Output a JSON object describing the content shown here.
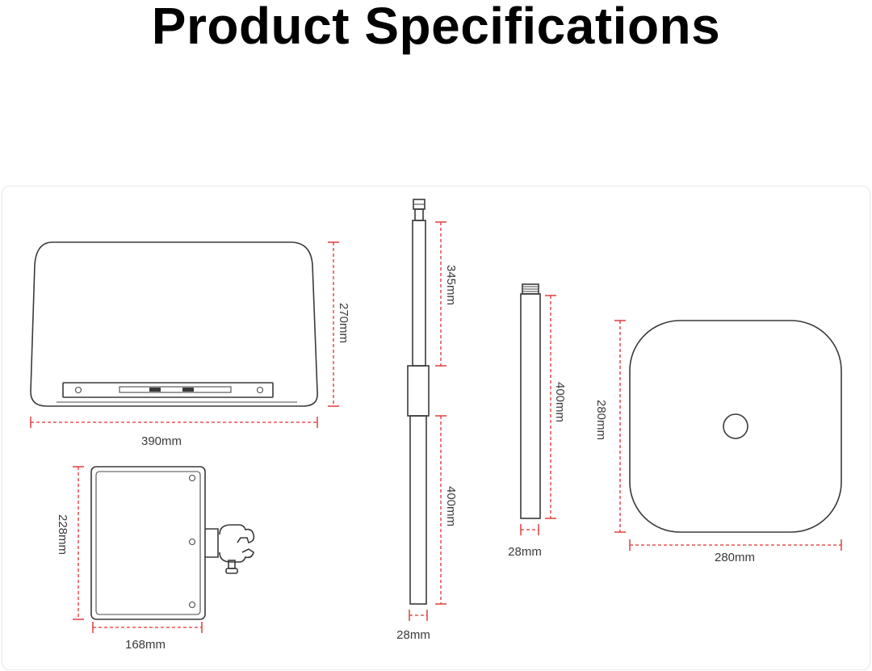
{
  "title": "Product Specifications",
  "dimensions": {
    "tray_width": "390mm",
    "tray_height": "270mm",
    "mouse_pad_height": "228mm",
    "mouse_pad_width": "168mm",
    "pole_upper": "345mm",
    "pole_lower": "400mm",
    "pole_diameter": "28mm",
    "extension_length": "400mm",
    "extension_diameter": "28mm",
    "base_height": "280mm",
    "base_width": "280mm"
  },
  "colors": {
    "dimension_lines": "#e03030",
    "outline": "#3a3a3a"
  }
}
